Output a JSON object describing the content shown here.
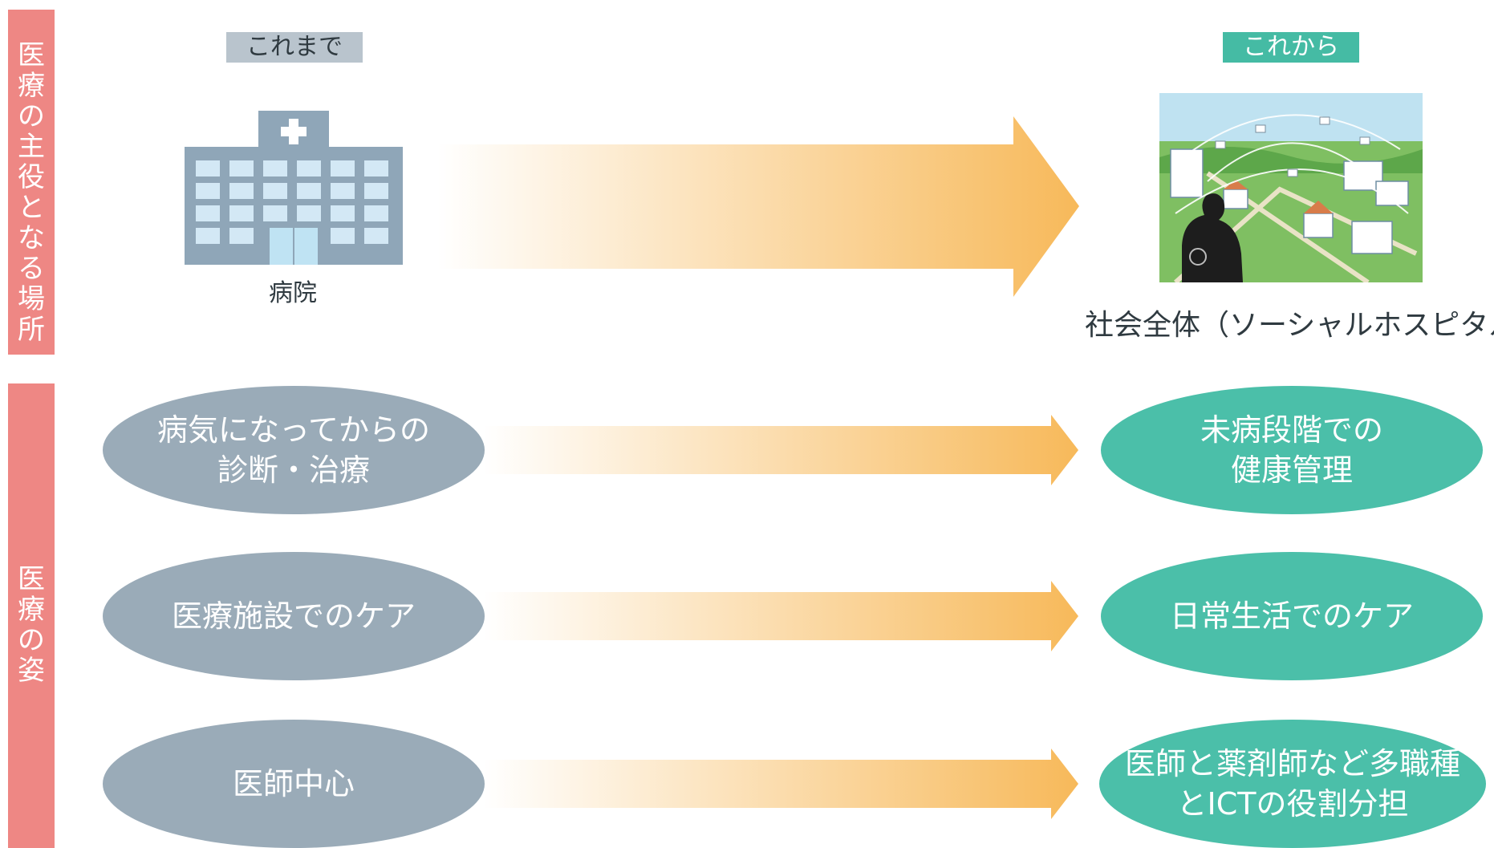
{
  "side_labels": {
    "place": [
      "医",
      "療",
      "の",
      "主",
      "役",
      "と",
      "な",
      "る",
      "場",
      "所"
    ],
    "form": [
      "医",
      "療",
      "の",
      "姿"
    ]
  },
  "header": {
    "before": "これまで",
    "after": "これから"
  },
  "top_row": {
    "before_label": "病院",
    "after_label": "社会全体（ソーシャルホスピタル）",
    "hospital_icon": "hospital-icon",
    "city_image": "social-hospital-city-illustration"
  },
  "rows": [
    {
      "before": [
        "病気になってからの",
        "診断・治療"
      ],
      "after": [
        "未病段階での",
        "健康管理"
      ]
    },
    {
      "before": [
        "医療施設でのケア"
      ],
      "after": [
        "日常生活でのケア"
      ]
    },
    {
      "before": [
        "医師中心"
      ],
      "after": [
        "医師と薬剤師など多職種",
        "とICTの役割分担"
      ]
    }
  ],
  "colors": {
    "side_bar": "#ee8784",
    "before_oval": "#9aabb8",
    "after_oval": "#4bbfa9",
    "arrow": "#f7b95a",
    "before_tag": "#b9c4cd",
    "after_tag": "#45bba4"
  }
}
